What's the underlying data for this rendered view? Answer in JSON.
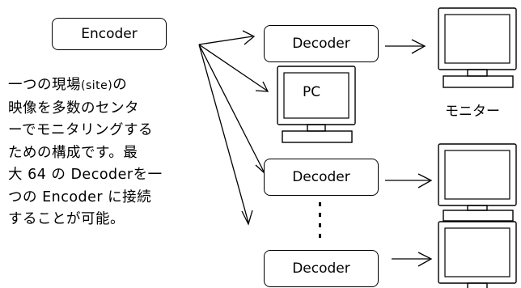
{
  "encoder": {
    "label": "Encoder"
  },
  "decoders": [
    {
      "label": "Decoder"
    },
    {
      "label": "Decoder"
    },
    {
      "label": "Decoder"
    }
  ],
  "pc": {
    "label": "PC"
  },
  "monitor": {
    "label": "モニター"
  },
  "description": {
    "lines": [
      [
        "一つの現場",
        "(site)",
        "の"
      ],
      [
        "映像を多数のセンタ"
      ],
      [
        "ーでモニタリングする"
      ],
      [
        "ための構成です。最"
      ],
      [
        "大 64 の Decoderを一"
      ],
      [
        "つの Encoder に接続"
      ],
      [
        "することが可能。"
      ]
    ]
  }
}
